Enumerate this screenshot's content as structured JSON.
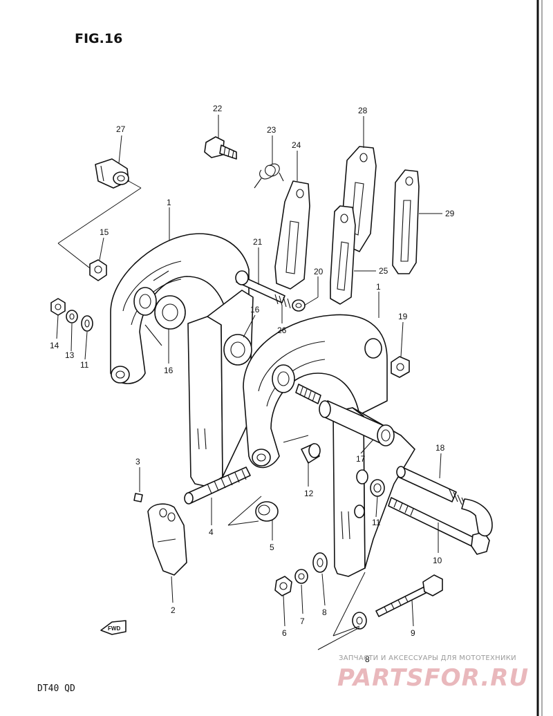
{
  "figure_title": "FIG.16",
  "model_code": "DT40  QD",
  "watermark": {
    "caption": "ЗАПЧАСТИ И АКСЕССУАРЫ ДЛЯ МОТОТЕХНИКИ",
    "brand": "PARTSFOR.RU"
  },
  "fwd_marker": "FWD",
  "callouts": [
    {
      "id": "c1a",
      "text": "1"
    },
    {
      "id": "c1b",
      "text": "1"
    },
    {
      "id": "c2",
      "text": "2"
    },
    {
      "id": "c3",
      "text": "3"
    },
    {
      "id": "c4",
      "text": "4"
    },
    {
      "id": "c5",
      "text": "5"
    },
    {
      "id": "c6",
      "text": "6"
    },
    {
      "id": "c7",
      "text": "7"
    },
    {
      "id": "c8a",
      "text": "8"
    },
    {
      "id": "c8b",
      "text": "8"
    },
    {
      "id": "c9",
      "text": "9"
    },
    {
      "id": "c10",
      "text": "10"
    },
    {
      "id": "c11a",
      "text": "11"
    },
    {
      "id": "c11b",
      "text": "11"
    },
    {
      "id": "c12",
      "text": "12"
    },
    {
      "id": "c13",
      "text": "13"
    },
    {
      "id": "c14",
      "text": "14"
    },
    {
      "id": "c15",
      "text": "15"
    },
    {
      "id": "c16a",
      "text": "16"
    },
    {
      "id": "c16b",
      "text": "16"
    },
    {
      "id": "c17",
      "text": "17"
    },
    {
      "id": "c18",
      "text": "18"
    },
    {
      "id": "c19",
      "text": "19"
    },
    {
      "id": "c20",
      "text": "20"
    },
    {
      "id": "c21",
      "text": "21"
    },
    {
      "id": "c22",
      "text": "22"
    },
    {
      "id": "c23",
      "text": "23"
    },
    {
      "id": "c24",
      "text": "24"
    },
    {
      "id": "c25",
      "text": "25"
    },
    {
      "id": "c26",
      "text": "26"
    },
    {
      "id": "c27",
      "text": "27"
    },
    {
      "id": "c28",
      "text": "28"
    },
    {
      "id": "c29",
      "text": "29"
    }
  ]
}
